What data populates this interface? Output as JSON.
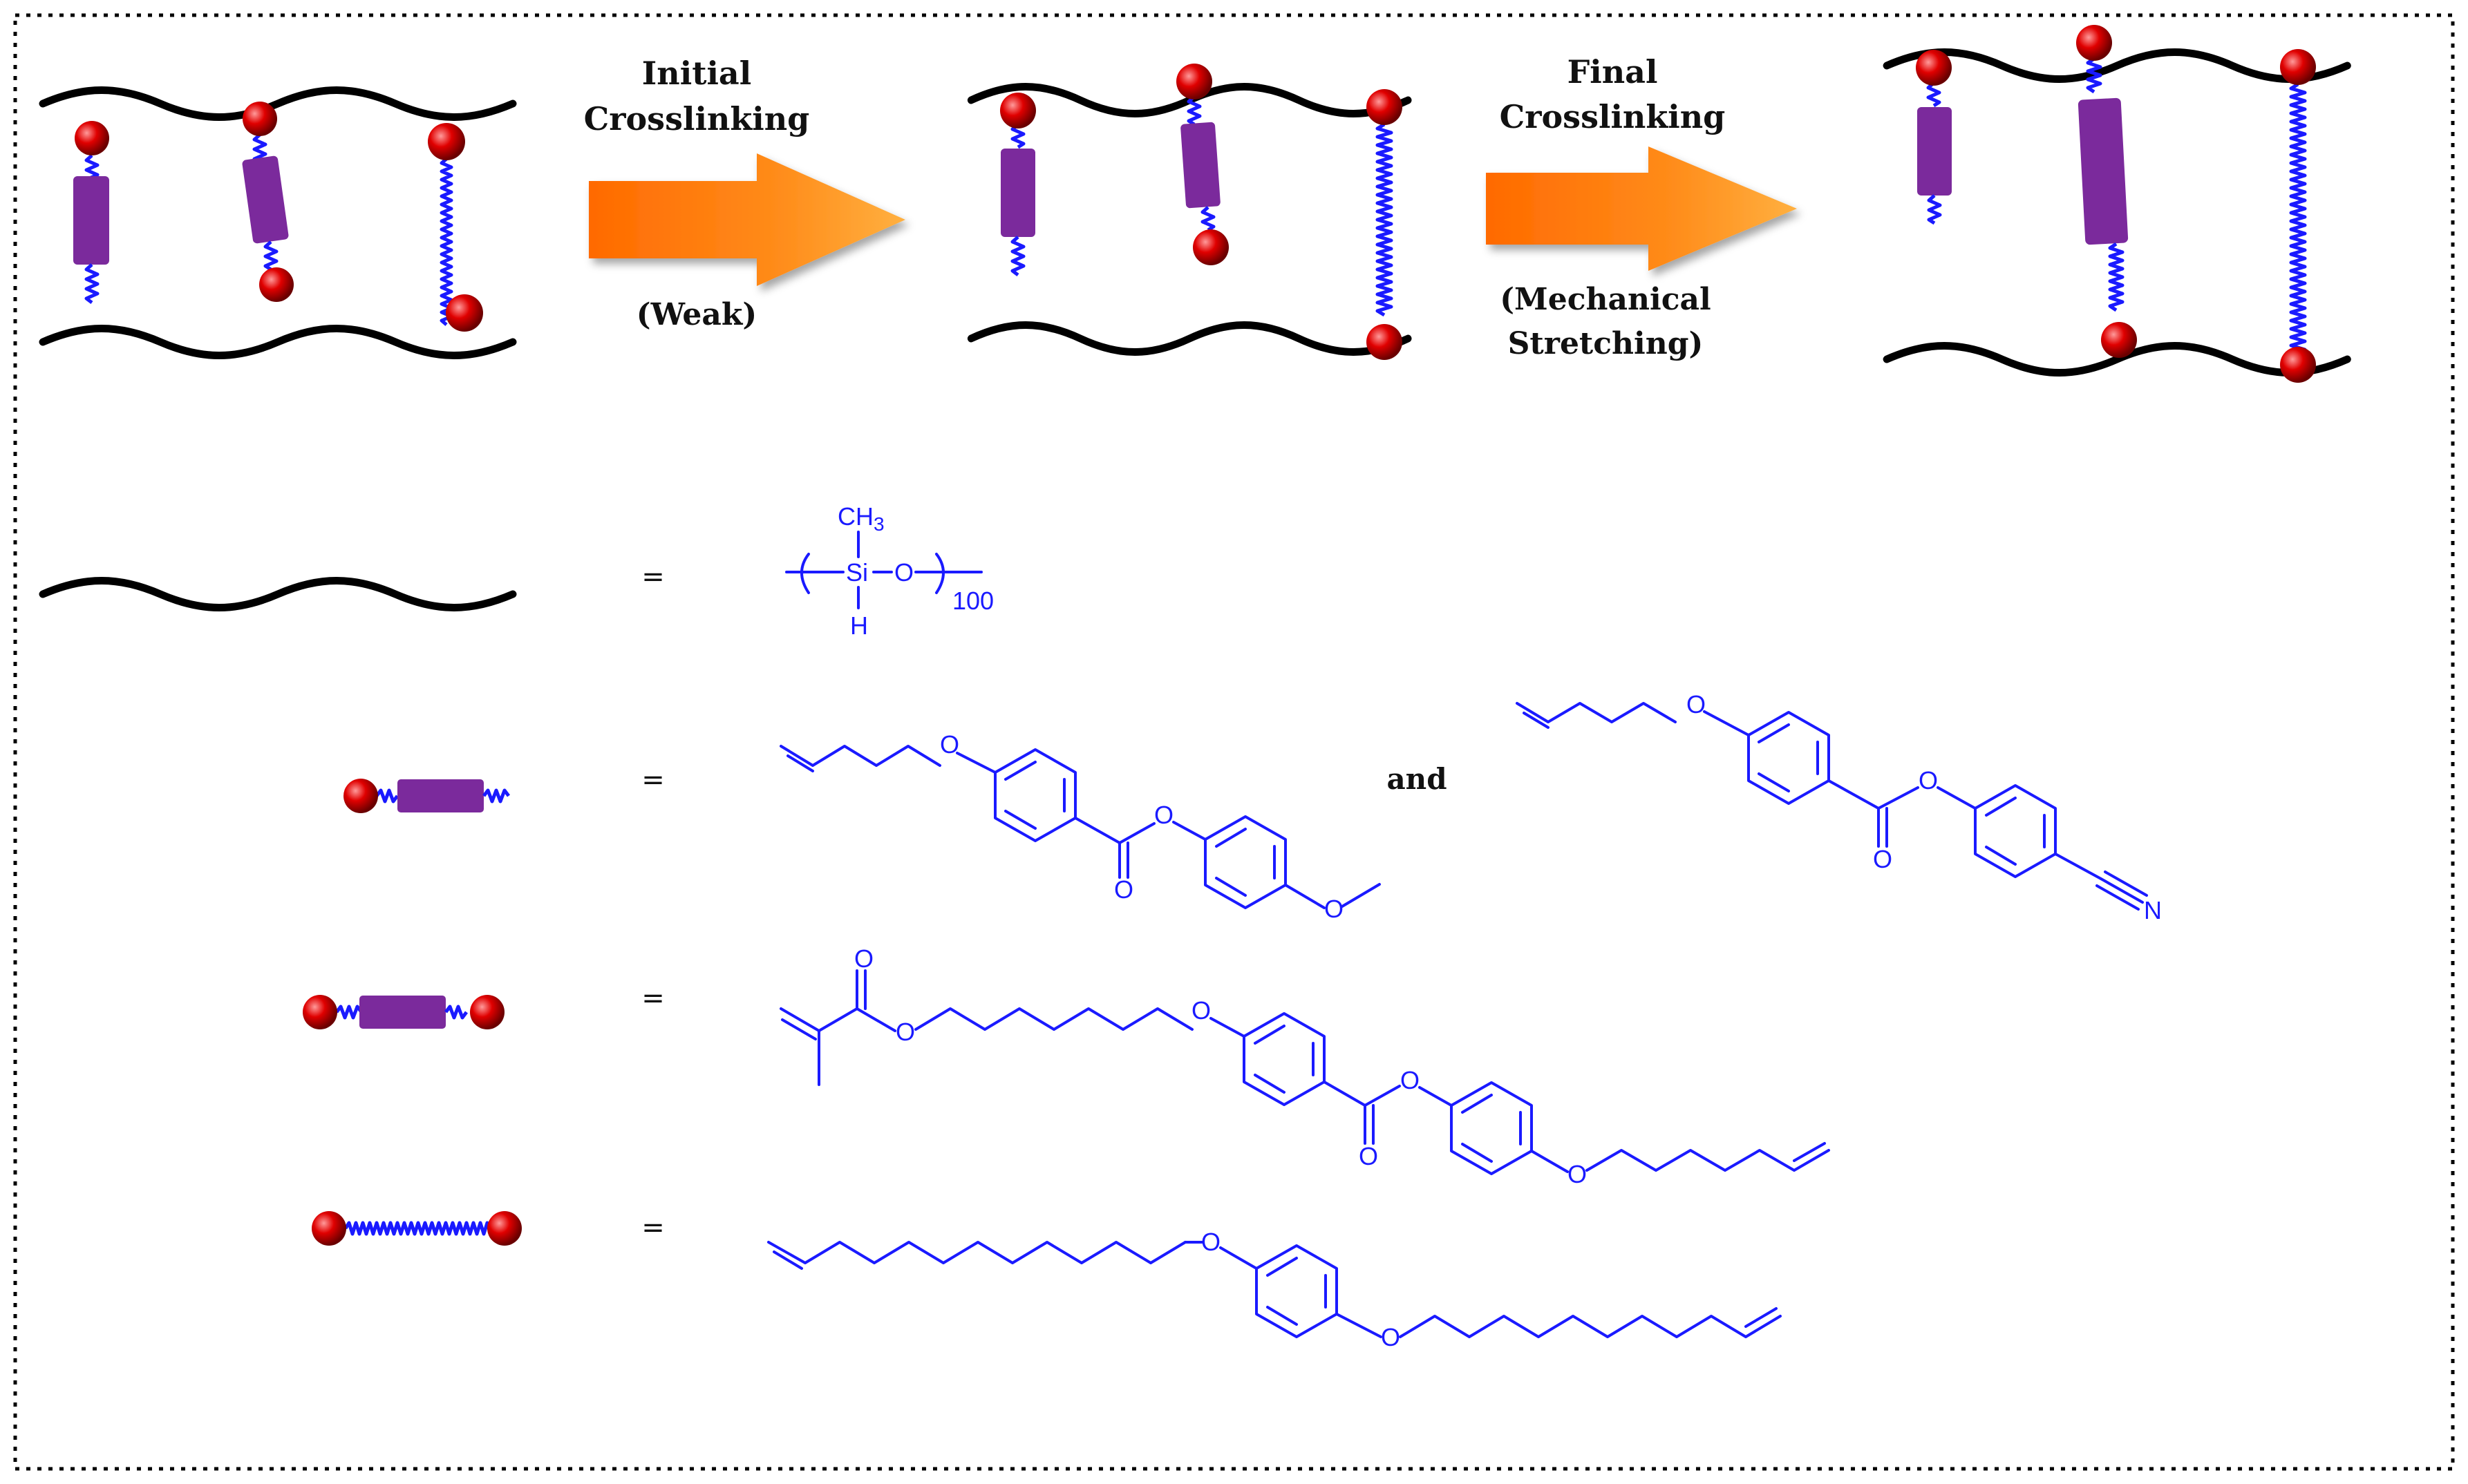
{
  "scheme": {
    "step1": {
      "line1": "Initial",
      "line2": "Crosslinking",
      "condition": "(Weak)"
    },
    "step2": {
      "line1": "Final",
      "line2": "Crosslinking",
      "condition_line1": "(Mechanical",
      "condition_line2": "Stretching)"
    }
  },
  "legend": {
    "equals": "=",
    "and": "and",
    "siloxane": {
      "ch3": "CH3",
      "si": "Si",
      "o": "O",
      "h": "H",
      "subscript": "100"
    },
    "atoms": {
      "o": "O",
      "n": "N"
    }
  },
  "colors": {
    "chain": "#000000",
    "mesogen": "#7b2a9c",
    "spacer": "#1a1aff",
    "crosslink_node": "#e00000",
    "arrow": "#ff8000",
    "border": "#000000"
  }
}
